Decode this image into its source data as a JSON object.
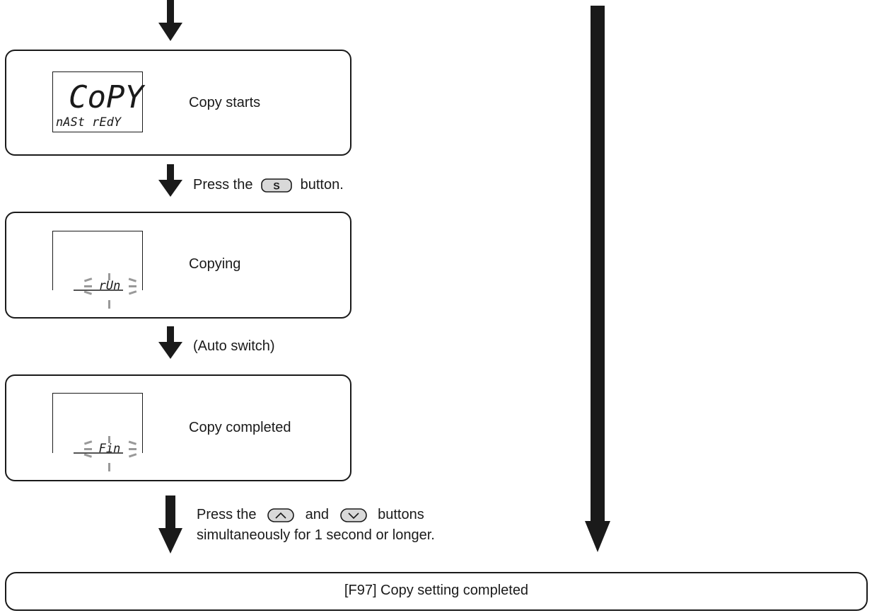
{
  "steps": [
    {
      "display_top": "CoPY",
      "display_bottom": "nASt rEdY",
      "label": "Copy starts"
    },
    {
      "display_bottom": "rUn",
      "label": "Copying"
    },
    {
      "display_bottom": "Fin",
      "label": "Copy completed"
    }
  ],
  "transitions": {
    "t1": {
      "before": "Press the",
      "after": "button.",
      "button_icon": "s-button-icon",
      "button_glyph": "S"
    },
    "t2": {
      "text": "(Auto switch)"
    },
    "t3": {
      "line1_before": "Press the",
      "line1_mid": "and",
      "line1_after": "buttons",
      "line2": "simultaneously for 1 second or longer.",
      "up_icon": "up-button-icon",
      "down_icon": "down-button-icon"
    }
  },
  "final": {
    "label": "[F97] Copy setting completed"
  }
}
